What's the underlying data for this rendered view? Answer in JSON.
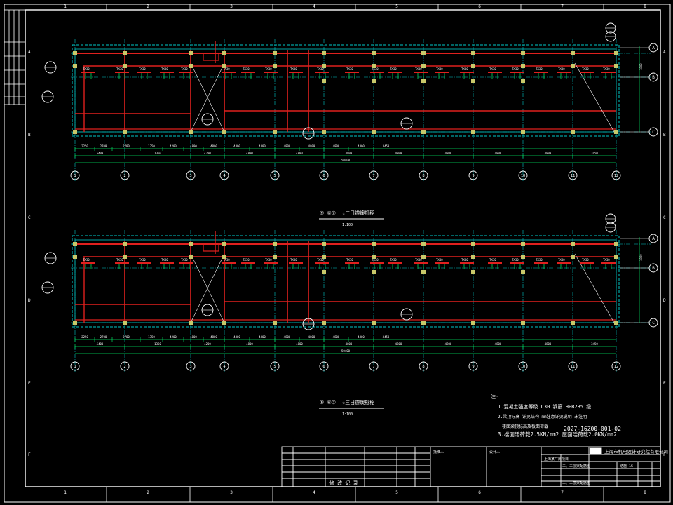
{
  "colors": {
    "background": "#000000",
    "frame": "#ffffff",
    "beam": "#e0201e",
    "grid": "#00c8c8",
    "dim": "#00e060",
    "label": "#ffffff",
    "column": "#c8c86a"
  },
  "border": {
    "cols": [
      "1",
      "2",
      "3",
      "4",
      "5",
      "6",
      "7",
      "8"
    ],
    "rows": [
      "A",
      "B",
      "C",
      "D",
      "E",
      "F"
    ]
  },
  "plans": [
    {
      "axis_bubbles": [
        "1",
        "2",
        "3",
        "4",
        "5",
        "6",
        "7",
        "8",
        "9",
        "10",
        "11",
        "12"
      ],
      "row_bubbles": [
        "A",
        "B",
        "C"
      ],
      "spans": [
        "2250",
        "2700",
        "2700",
        "1350",
        "4200",
        "4800",
        "4800",
        "4800",
        "4800",
        "4800",
        "4800",
        "4800",
        "4800",
        "3450"
      ],
      "bays": [
        "5400",
        "1350",
        "4200",
        "4800",
        "4800",
        "4800",
        "4800",
        "4800",
        "4800",
        "4800",
        "3450"
      ],
      "total": "50400",
      "title_num": "⑨ ⑥⑦",
      "title": "☆三日辦燠柾稲",
      "scale": "1:100"
    },
    {
      "axis_bubbles": [
        "1",
        "2",
        "3",
        "4",
        "5",
        "6",
        "7",
        "8",
        "9",
        "10",
        "11",
        "12"
      ],
      "row_bubbles": [
        "A",
        "B",
        "C"
      ],
      "spans": [
        "2250",
        "2700",
        "2700",
        "1350",
        "4200",
        "4800",
        "4800",
        "4800",
        "4800",
        "4800",
        "4800",
        "4800",
        "4800",
        "3450"
      ],
      "bays": [
        "5400",
        "1350",
        "4200",
        "4800",
        "4800",
        "4800",
        "4800",
        "4800",
        "4800",
        "4800",
        "3450"
      ],
      "total": "50400",
      "title_num": "⑨ ⑥⑦",
      "title": "☆三日辦燠柾稲",
      "scale": "1:100"
    }
  ],
  "notes": {
    "heading": "注:",
    "lines": [
      "1.混凝土强度等级 C30 钢筋 HPB235 级",
      "2.梁顶标高 详见结构 mm注意详见说明 未注明",
      "  楼面梁顶标高及板面荷载",
      "3.楼面活荷载2.5KN/mm2  屋面活荷载2.0KN/mm2"
    ],
    "drawing_no": "2027-16Z00-001-02"
  },
  "titleblock": {
    "institute": "上海市机电设计研究院有限公司",
    "revision_label": "修  改  记  录",
    "project": "上海某厂房项目",
    "drawing_name": "二、三层梁配筋图",
    "sheet_code": "结施-16",
    "check_label": "批准人",
    "design_label": "设计人"
  }
}
